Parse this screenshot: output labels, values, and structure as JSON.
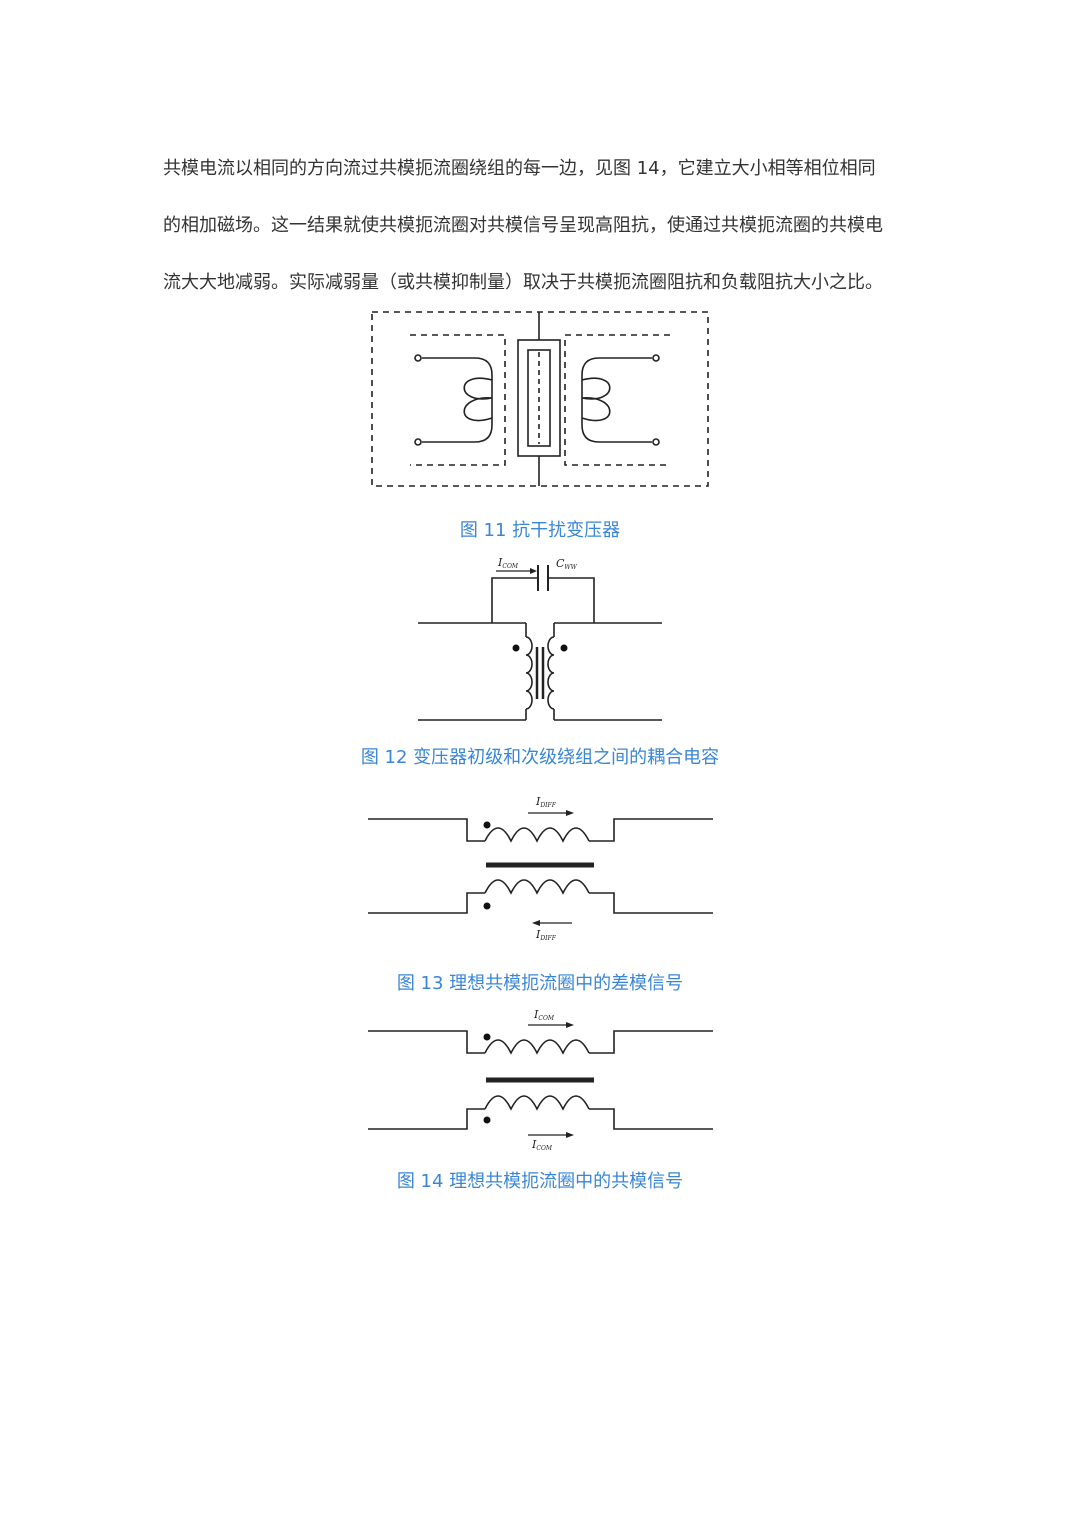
{
  "paragraph": {
    "lines": [
      "共模电流以相同的方向流过共模扼流圈绕组的每一边，见图 14，它建立大小相等相位相同",
      "的相加磁场。这一结果就使共模扼流圈对共模信号呈现高阻抗，使通过共模扼流圈的共模电",
      "流大大地减弱。实际减弱量（或共模抑制量）取决于共模扼流圈阻抗和负载阻抗大小之比。"
    ]
  },
  "figures": {
    "fig11": {
      "caption": "图 11 抗干扰变压器"
    },
    "fig12": {
      "caption": "图 12 变压器初级和次级绕组之间的耦合电容",
      "i_label": "I",
      "i_sub": "COM",
      "c_label": "C",
      "c_sub": "WW"
    },
    "fig13": {
      "caption": "图 13 理想共模扼流圈中的差模信号",
      "top_label": "I",
      "top_sub": "DIFF",
      "bottom_label": "I",
      "bottom_sub": "DIFF"
    },
    "fig14": {
      "caption": "图 14 理想共模扼流圈中的共模信号",
      "top_label": "I",
      "top_sub": "COM",
      "bottom_label": "I",
      "bottom_sub": "COM"
    }
  }
}
